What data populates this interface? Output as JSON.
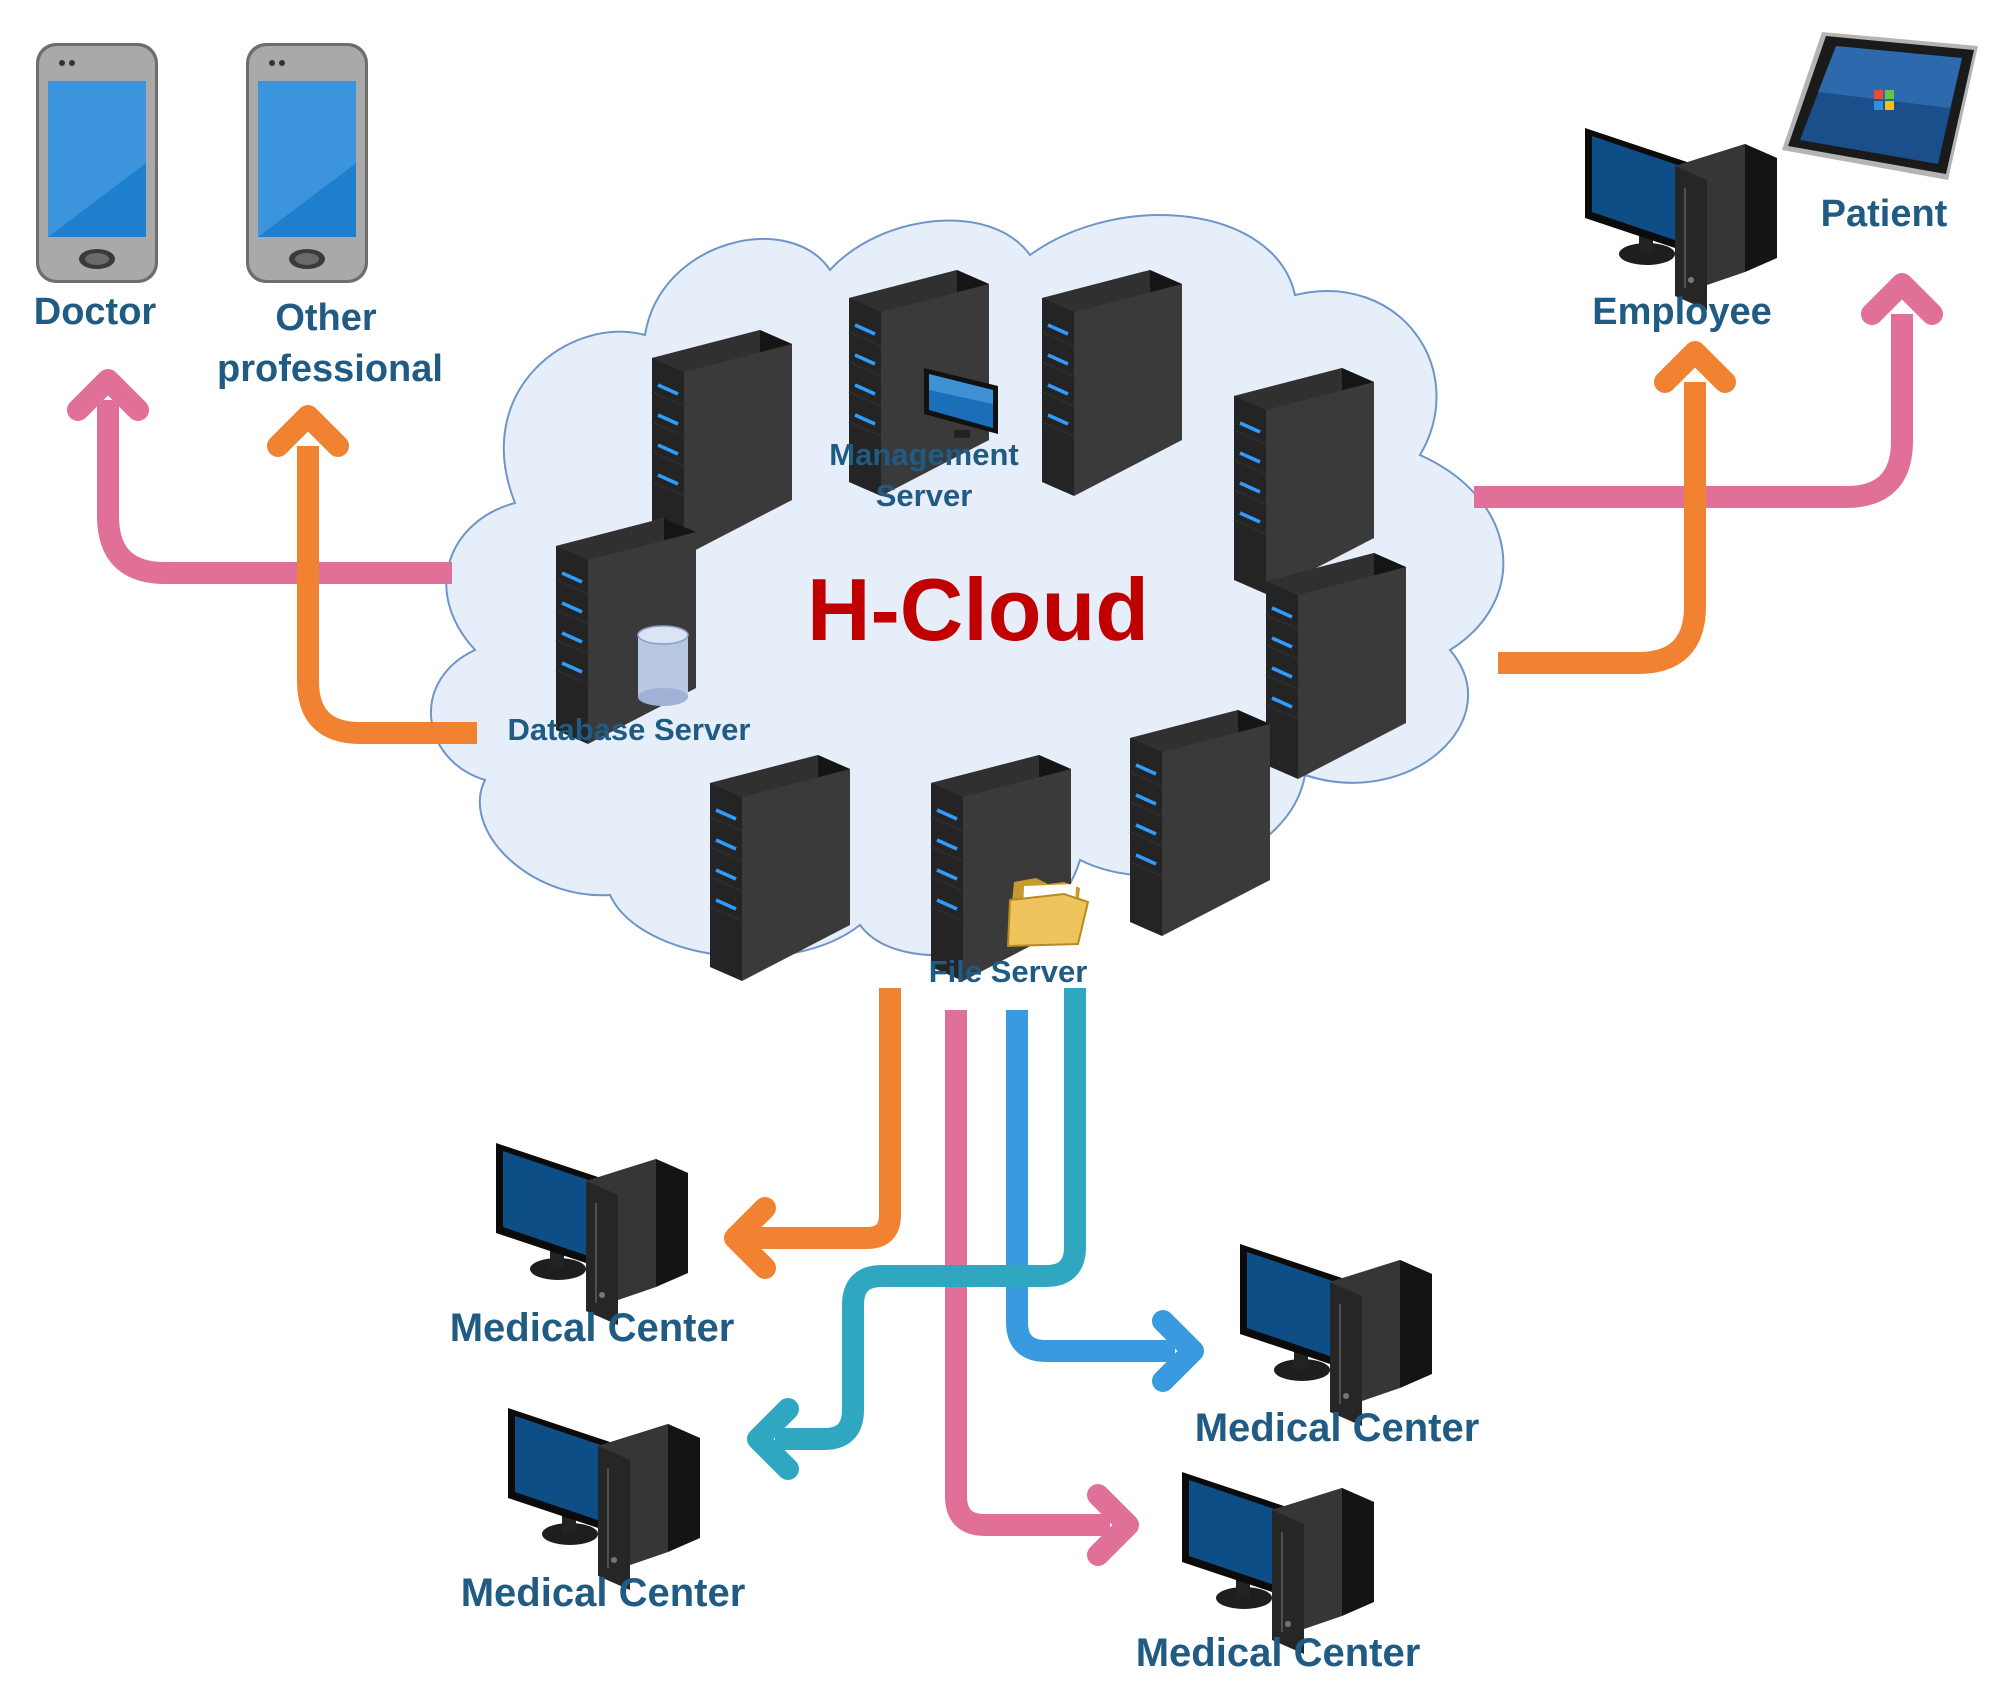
{
  "cloud": {
    "title": "H-Cloud",
    "title_color": "#c00000",
    "fill": "#e6eefa",
    "stroke": "#6f95c8"
  },
  "servers": {
    "management_label_line1": "Management",
    "management_label_line2": "Server",
    "database_label": "Database Server",
    "file_label": "File Server"
  },
  "actors": {
    "doctor": "Doctor",
    "other_line1": "Other",
    "other_line2": "professional",
    "employee": "Employee",
    "patient": "Patient"
  },
  "medical_centers": {
    "center_1": "Medical Center",
    "center_2": "Medical Center",
    "center_3": "Medical Center",
    "center_4": "Medical Center"
  },
  "colors": {
    "pink": "#e07097",
    "orange": "#f08232",
    "blue": "#3a9ae0",
    "teal": "#2fa7c0",
    "label": "#1f5b82"
  },
  "icons": {
    "server": "server-tower-icon",
    "phone": "smartphone-icon",
    "desktop": "desktop-computer-icon",
    "tablet": "tablet-icon",
    "database": "database-cylinder-icon",
    "monitor": "monitor-icon",
    "folder": "folder-icon"
  }
}
